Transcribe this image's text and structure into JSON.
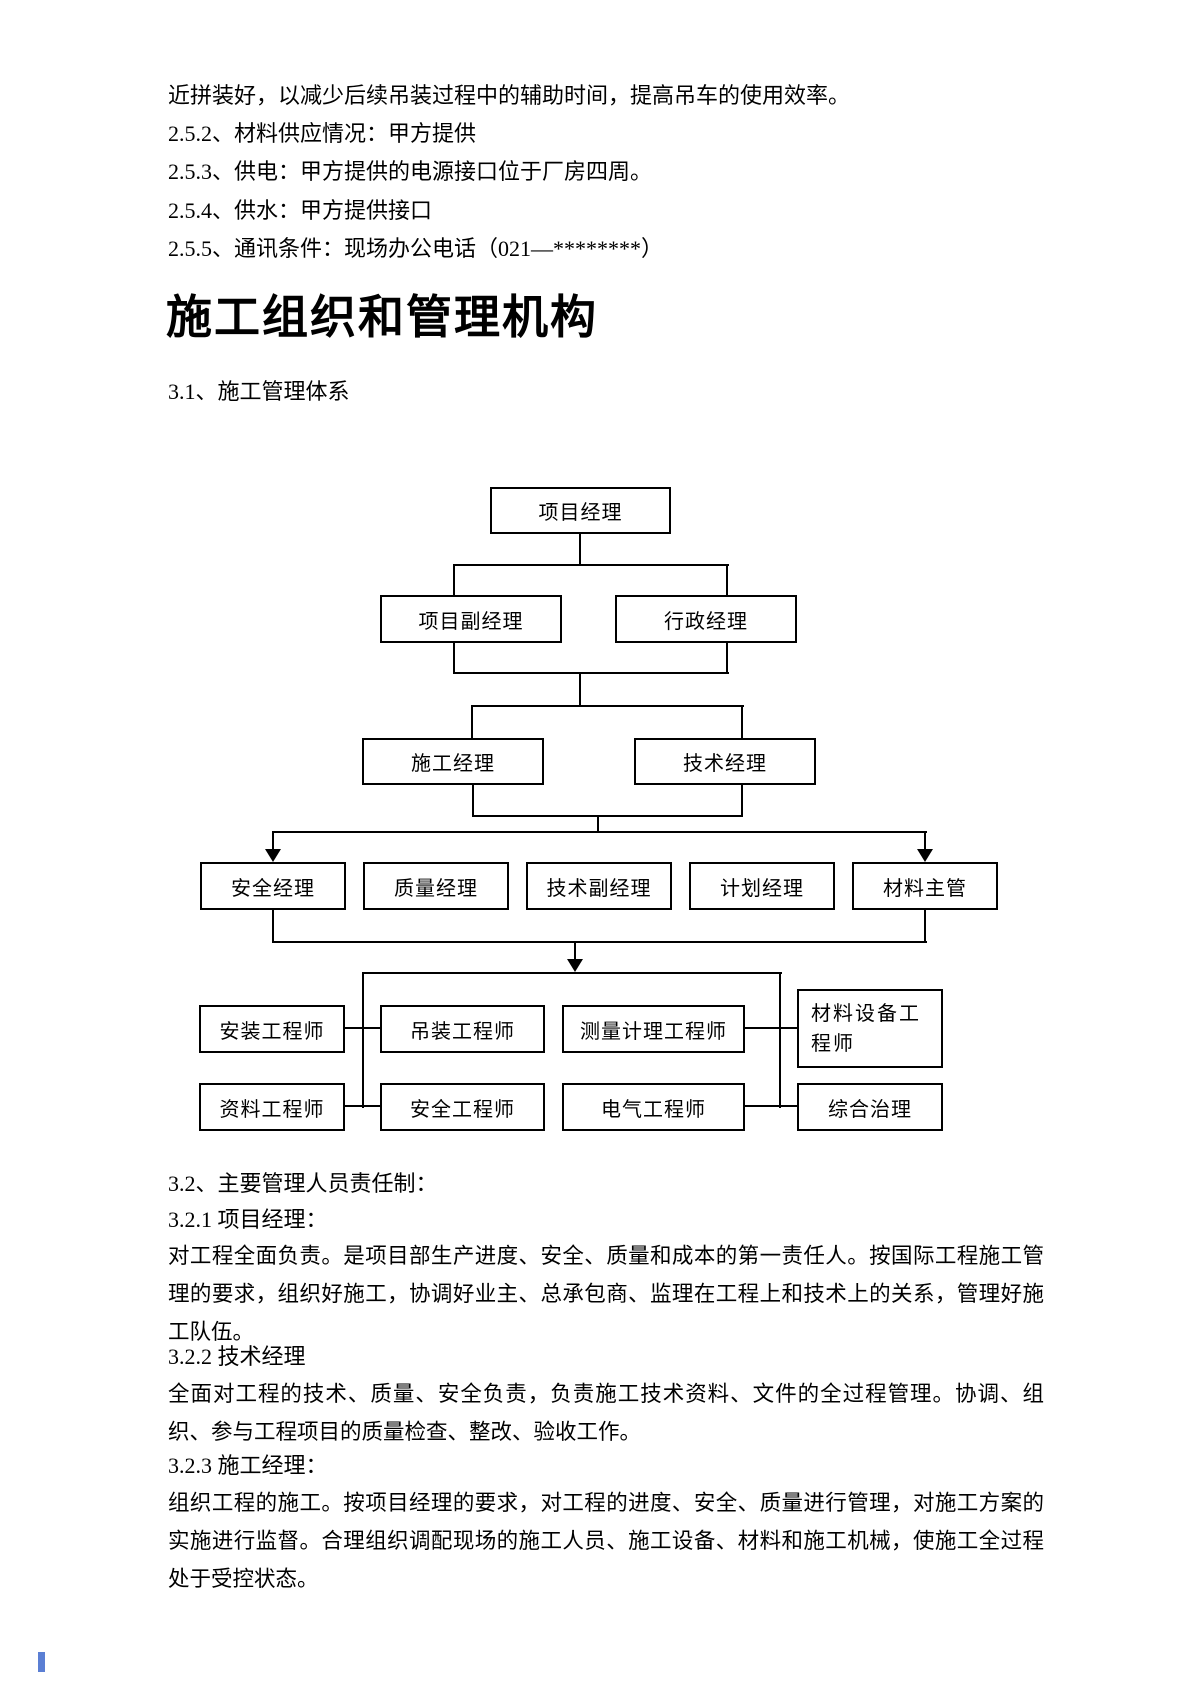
{
  "document": {
    "intro": "近拼装好，以减少后续吊装过程中的辅助时间，提高吊车的使用效率。",
    "items": [
      "2.5.2、材料供应情况：甲方提供",
      "2.5.3、供电：甲方提供的电源接口位于厂房四周。",
      "2.5.4、供水：甲方提供接口",
      "2.5.5、通讯条件：现场办公电话（021—********）"
    ],
    "heading": "施工组织和管理机构",
    "section_3_1": "3.1、施工管理体系",
    "section_3_2": "3.2、主要管理人员责任制：",
    "sub_3_2_1_title": "3.2.1 项目经理：",
    "sub_3_2_1_body": "对工程全面负责。是项目部生产进度、安全、质量和成本的第一责任人。按国际工程施工管理的要求，组织好施工，协调好业主、总承包商、监理在工程上和技术上的关系，管理好施工队伍。",
    "sub_3_2_2_title": "3.2.2 技术经理",
    "sub_3_2_2_body": "全面对工程的技术、质量、安全负责，负责施工技术资料、文件的全过程管理。协调、组织、参与工程项目的质量检查、整改、验收工作。",
    "sub_3_2_3_title": "3.2.3 施工经理：",
    "sub_3_2_3_body": "组织工程的施工。按项目经理的要求，对工程的进度、安全、质量进行管理，对施工方案的实施进行监督。合理组织调配现场的施工人员、施工设备、材料和施工机械，使施工全过程处于受控状态。"
  },
  "chart": {
    "type": "org-diagram",
    "title_section": "3.1、施工管理体系",
    "nodes": {
      "project_manager": "项目经理",
      "deputy_project_manager": "项目副经理",
      "admin_manager": "行政经理",
      "construction_manager": "施工经理",
      "technical_manager": "技术经理",
      "safety_manager": "安全经理",
      "quality_manager": "质量经理",
      "deputy_technical_manager": "技术副经理",
      "planning_manager": "计划经理",
      "material_supervisor": "材料主管",
      "installation_engineer": "安装工程师",
      "lifting_engineer": "吊装工程师",
      "survey_engineer": "测量计理工程师",
      "material_equipment_engineer": "材料设备工程师",
      "document_engineer": "资料工程师",
      "safety_engineer": "安全工程师",
      "electrical_engineer": "电气工程师",
      "comprehensive_management": "综合治理"
    },
    "hierarchy": [
      {
        "parent": "项目经理",
        "children": [
          "项目副经理",
          "行政经理"
        ]
      },
      {
        "parent": "项目副经理/行政经理",
        "children": [
          "施工经理",
          "技术经理"
        ]
      },
      {
        "parent": "施工经理/技术经理",
        "children": [
          "安全经理",
          "质量经理",
          "技术副经理",
          "计划经理",
          "材料主管"
        ]
      },
      {
        "parent": "经理层",
        "children": [
          "安装工程师",
          "吊装工程师",
          "测量计理工程师",
          "材料设备工程师",
          "资料工程师",
          "安全工程师",
          "电气工程师",
          "综合治理"
        ]
      }
    ],
    "line_color": "#000000"
  },
  "artifact_color": "#5b7fd4"
}
